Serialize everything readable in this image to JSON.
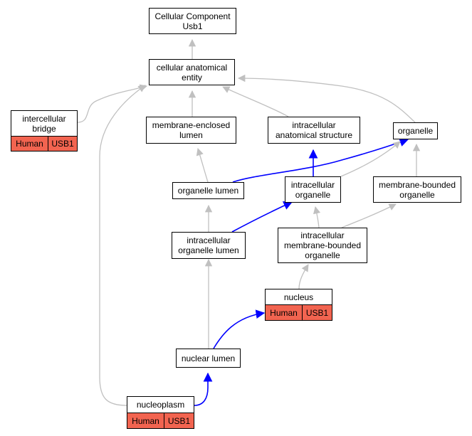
{
  "colors": {
    "annotation_fill": "#f26450",
    "gray_edge": "#c0c0c0",
    "blue_edge": "#0000ff"
  },
  "nodes": {
    "root": {
      "label": "Cellular Component\nUsb1"
    },
    "cellular_anatomical_entity": {
      "label": "cellular anatomical\nentity"
    },
    "intercellular_bridge": {
      "label": "intercellular\nbridge",
      "annotation": [
        "Human",
        "USB1"
      ]
    },
    "membrane_enclosed_lumen": {
      "label": "membrane-enclosed\nlumen"
    },
    "intracellular_anatomical_structure": {
      "label": "intracellular\nanatomical structure"
    },
    "organelle": {
      "label": "organelle"
    },
    "organelle_lumen": {
      "label": "organelle lumen"
    },
    "intracellular_organelle": {
      "label": "intracellular\norganelle"
    },
    "membrane_bounded_organelle": {
      "label": "membrane-bounded\norganelle"
    },
    "intracellular_organelle_lumen": {
      "label": "intracellular\norganelle lumen"
    },
    "intracellular_membrane_bounded_organelle": {
      "label": "intracellular\nmembrane-bounded\norganelle"
    },
    "nucleus": {
      "label": "nucleus",
      "annotation": [
        "Human",
        "USB1"
      ]
    },
    "nuclear_lumen": {
      "label": "nuclear lumen"
    },
    "nucleoplasm": {
      "label": "nucleoplasm",
      "annotation": [
        "Human",
        "USB1"
      ]
    }
  },
  "edges": [
    {
      "from": "cellular_anatomical_entity",
      "to": "root",
      "type": "gray"
    },
    {
      "from": "intercellular_bridge",
      "to": "cellular_anatomical_entity",
      "type": "gray"
    },
    {
      "from": "membrane_enclosed_lumen",
      "to": "cellular_anatomical_entity",
      "type": "gray"
    },
    {
      "from": "intracellular_anatomical_structure",
      "to": "cellular_anatomical_entity",
      "type": "gray"
    },
    {
      "from": "organelle",
      "to": "cellular_anatomical_entity",
      "type": "gray"
    },
    {
      "from": "nucleoplasm",
      "to": "cellular_anatomical_entity",
      "type": "gray"
    },
    {
      "from": "organelle_lumen",
      "to": "membrane_enclosed_lumen",
      "type": "gray"
    },
    {
      "from": "organelle_lumen",
      "to": "organelle",
      "type": "blue"
    },
    {
      "from": "intracellular_organelle",
      "to": "intracellular_anatomical_structure",
      "type": "blue"
    },
    {
      "from": "intracellular_organelle",
      "to": "organelle",
      "type": "gray"
    },
    {
      "from": "membrane_bounded_organelle",
      "to": "organelle",
      "type": "gray"
    },
    {
      "from": "intracellular_organelle_lumen",
      "to": "organelle_lumen",
      "type": "gray"
    },
    {
      "from": "intracellular_organelle_lumen",
      "to": "intracellular_organelle",
      "type": "blue"
    },
    {
      "from": "intracellular_membrane_bounded_organelle",
      "to": "intracellular_organelle",
      "type": "gray"
    },
    {
      "from": "intracellular_membrane_bounded_organelle",
      "to": "membrane_bounded_organelle",
      "type": "gray"
    },
    {
      "from": "nucleus",
      "to": "intracellular_membrane_bounded_organelle",
      "type": "gray"
    },
    {
      "from": "nuclear_lumen",
      "to": "intracellular_organelle_lumen",
      "type": "gray"
    },
    {
      "from": "nuclear_lumen",
      "to": "nucleus",
      "type": "blue"
    },
    {
      "from": "nucleoplasm",
      "to": "nuclear_lumen",
      "type": "blue"
    }
  ]
}
